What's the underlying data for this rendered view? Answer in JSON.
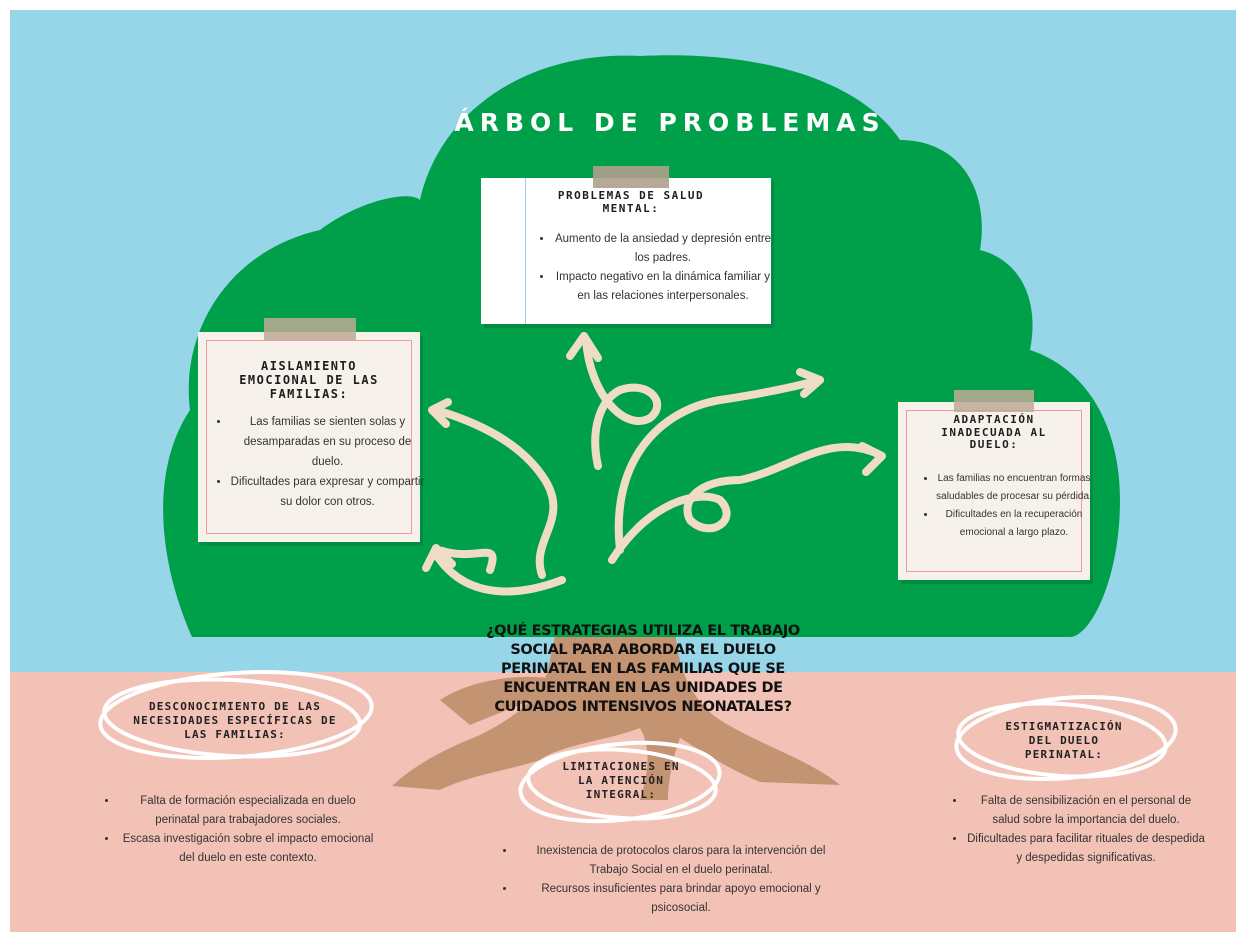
{
  "title": "ÁRBOL DE PROBLEMAS",
  "colors": {
    "sky": "#97d6e8",
    "ground": "#f2c2b6",
    "canopy": "#00a04a",
    "trunk": "#c49372",
    "arrows": "#efdcc7",
    "note_paper": "#f7f1ec",
    "note_border": "#ee9c9c",
    "tape": "#beaa96"
  },
  "central_question": "¿QUÉ ESTRATEGIAS UTILIZA EL TRABAJO SOCIAL PARA ABORDAR EL DUELO PERINATAL EN LAS FAMILIAS QUE SE ENCUENTRAN EN LAS UNIDADES DE CUIDADOS INTENSIVOS NEONATALES?",
  "effects": [
    {
      "heading": "PROBLEMAS DE SALUD MENTAL:",
      "items": [
        "Aumento de la ansiedad y depresión entre los padres.",
        "Impacto negativo en la dinámica familiar y en las relaciones interpersonales."
      ]
    },
    {
      "heading": "AISLAMIENTO EMOCIONAL DE LAS FAMILIAS:",
      "items": [
        "Las familias se sienten solas y desamparadas en su proceso de duelo.",
        "Dificultades para expresar y compartir su dolor con otros."
      ]
    },
    {
      "heading": "ADAPTACIÓN INADECUADA AL DUELO:",
      "items": [
        "Las familias no encuentran formas saludables de procesar su pérdida.",
        "Dificultades en la recuperación emocional a largo plazo."
      ]
    }
  ],
  "causes": [
    {
      "heading": "DESCONOCIMIENTO DE LAS NECESIDADES ESPECÍFICAS DE LAS FAMILIAS:",
      "items": [
        "Falta de formación especializada en duelo perinatal para trabajadores sociales.",
        "Escasa investigación sobre el impacto emocional del duelo en este contexto."
      ]
    },
    {
      "heading": "LIMITACIONES EN LA ATENCIÓN INTEGRAL:",
      "items": [
        "Inexistencia de protocolos claros para la intervención del Trabajo Social en el duelo perinatal.",
        "Recursos insuficientes para brindar apoyo emocional y psicosocial."
      ]
    },
    {
      "heading": "ESTIGMATIZACIÓN DEL DUELO PERINATAL:",
      "items": [
        "Falta de sensibilización en el personal de salud sobre la importancia del duelo.",
        "Dificultades para facilitar rituales de despedida y despedidas significativas."
      ]
    }
  ]
}
